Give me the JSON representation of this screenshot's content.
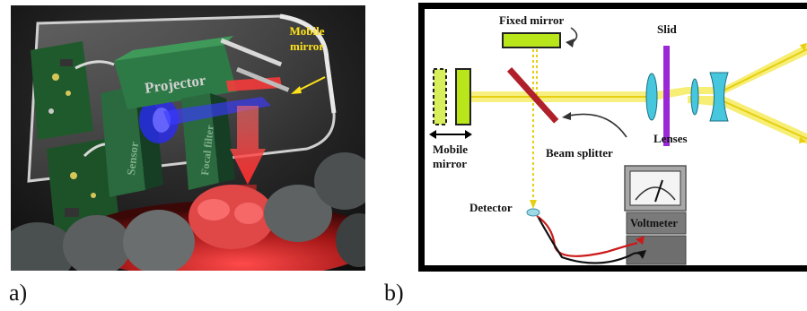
{
  "panel_a": {
    "label_projector": "Projector",
    "label_sensor": "Sensor",
    "label_focal_filter": "Focal filter",
    "label_mobile_mirror_line1": "Mobile",
    "label_mobile_mirror_line2": "mirror",
    "caption": "a)"
  },
  "panel_b": {
    "label_fixed_mirror": "Fixed mirror",
    "label_slid": "Slid",
    "label_lenses": "Lenses",
    "label_beam_splitter": "Beam splitter",
    "label_mobile_mirror_line1": "Mobile",
    "label_mobile_mirror_line2": "mirror",
    "label_detector": "Detector",
    "label_voltmeter": "Voltmeter",
    "caption": "b)"
  },
  "colors": {
    "beam_yellow": "#f2e21a",
    "mirror_green": "#b8e61a",
    "splitter_red": "#b0202a",
    "slit_purple": "#9a28d6",
    "lens_cyan": "#46c7de",
    "projector_green": "#1f5e34",
    "callout_yellow": "#ffe21a"
  }
}
